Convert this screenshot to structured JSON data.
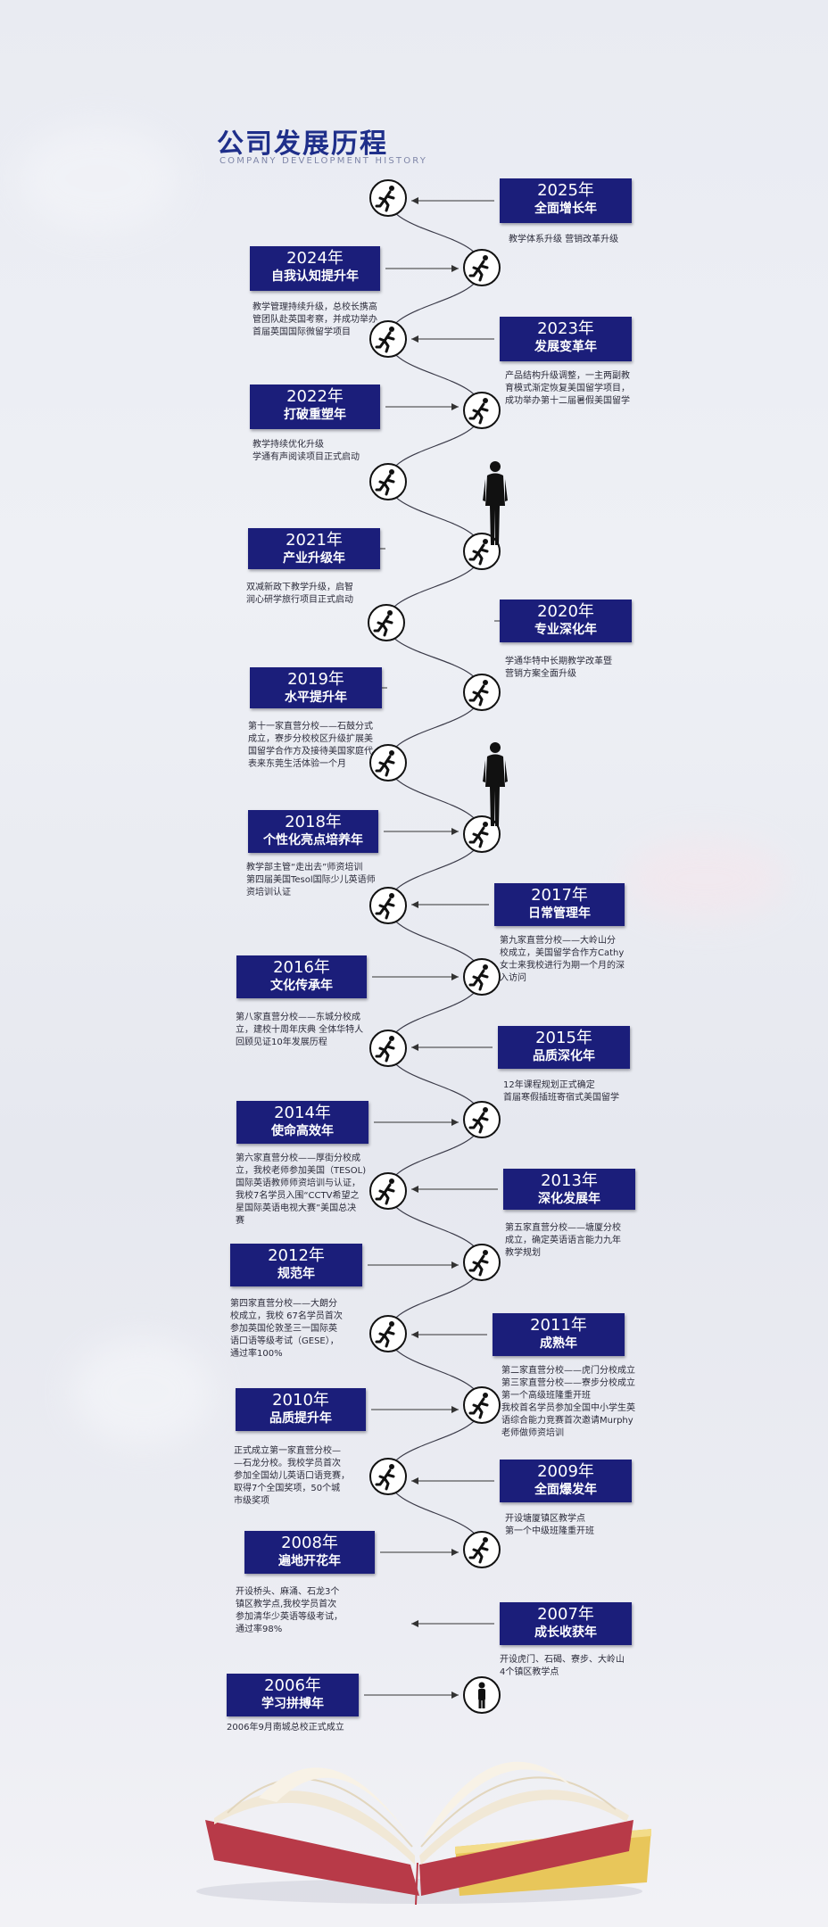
{
  "header": {
    "title": "公司发展历程",
    "subtitle": "COMPANY DEVELOPMENT HISTORY"
  },
  "milestones": [
    {
      "year": "2025年",
      "title": "全面增长年",
      "desc": "教学体系升级  营销改革升级"
    },
    {
      "year": "2024年",
      "title": "自我认知提升年",
      "desc": "教学管理持续升级，总校长携高\n管团队赴英国考察，并成功举办\n首届英国国际微留学项目"
    },
    {
      "year": "2023年",
      "title": "发展变革年",
      "desc": "产品结构升级调整，一主两副教\n育模式渐定恢复美国留学项目，\n成功举办第十二届暑假美国留学"
    },
    {
      "year": "2022年",
      "title": "打破重塑年",
      "desc": "教学持续优化升级\n学通有声阅读项目正式启动"
    },
    {
      "year": "2021年",
      "title": "产业升级年",
      "desc": "双减新政下教学升级，启智\n润心研学旅行项目正式启动"
    },
    {
      "year": "2020年",
      "title": "专业深化年",
      "desc": "学通华特中长期教学改革暨\n营销方案全面升级"
    },
    {
      "year": "2019年",
      "title": "水平提升年",
      "desc": "第十一家直营分校——石鼓分式\n成立，寮步分校校区升级扩展美\n国留学合作方及接待美国家庭代\n表来东莞生活体验一个月"
    },
    {
      "year": "2018年",
      "title": "个性化亮点培养年",
      "desc": "教学部主管“走出去”师资培训\n第四届美国Tesol国际少儿英语师\n资培训认证"
    },
    {
      "year": "2017年",
      "title": "日常管理年",
      "desc": "第九家直营分校——大岭山分\n校成立，美国留学合作方Cathy\n女士来我校进行为期一个月的深\n入访问"
    },
    {
      "year": "2016年",
      "title": "文化传承年",
      "desc": "第八家直营分校——东城分校成\n立，建校十周年庆典 全体华特人\n回顾见证10年发展历程"
    },
    {
      "year": "2015年",
      "title": "品质深化年",
      "desc": "12年课程规划正式确定\n首届寒假插班寄宿式美国留学"
    },
    {
      "year": "2014年",
      "title": "使命高效年",
      "desc": "第六家直营分校——厚街分校成\n立，我校老师参加美国（TESOL)\n国际英语教师师资培训与认证，\n我校7名学员入围“CCTV希望之\n星国际英语电视大赛”美国总决\n赛"
    },
    {
      "year": "2013年",
      "title": "深化发展年",
      "desc": "第五家直营分校——塘厦分校\n成立，确定英语语言能力九年\n教学规划"
    },
    {
      "year": "2012年",
      "title": "规范年",
      "desc": "第四家直营分校——大朗分\n校成立，我校 67名学员首次\n参加英国伦敦圣三一国际英\n语口语等级考试（GESE），\n通过率100%"
    },
    {
      "year": "2011年",
      "title": "成熟年",
      "desc": "第二家直营分校——虎门分校成立\n第三家直营分校——寮步分校成立\n第一个高级班隆重开班\n我校首名学员参加全国中小学生英\n语综合能力竞赛首次邀请Murphy\n老师做师资培训"
    },
    {
      "year": "2010年",
      "title": "品质提升年",
      "desc": "正式成立第一家直营分校—\n—石龙分校。我校学员首次\n参加全国幼儿英语口语竞赛，\n取得7个全国奖项，50个城\n市级奖项"
    },
    {
      "year": "2009年",
      "title": "全面爆发年",
      "desc": "开设塘厦镇区教学点\n第一个中级班隆重开班"
    },
    {
      "year": "2008年",
      "title": "遍地开花年",
      "desc": "开设桥头、麻涌、石龙3个\n镇区教学点,我校学员首次\n参加清华少英语等级考试，\n通过率98%"
    },
    {
      "year": "2007年",
      "title": "成长收获年",
      "desc": "开设虎门、石碣、寮步、大岭山\n4个镇区教学点"
    },
    {
      "year": "2006年",
      "title": "学习拼搏年",
      "desc": "2006年9月南城总校正式成立"
    }
  ]
}
